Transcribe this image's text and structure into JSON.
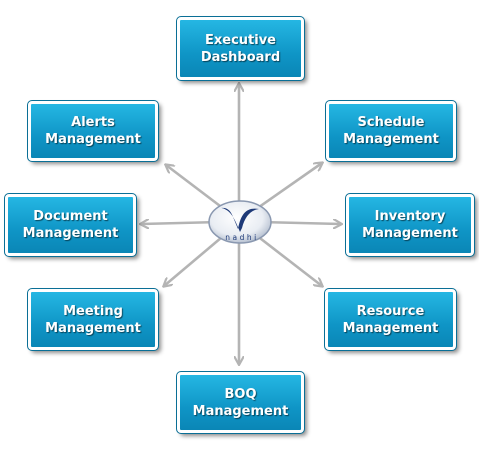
{
  "logo": {
    "text": "nadhi"
  },
  "nodes": {
    "executive": "Executive\nDashboard",
    "alerts": "Alerts\nManagement",
    "schedule": "Schedule\nManagement",
    "document": "Document\nManagement",
    "inventory": "Inventory\nManagement",
    "meeting": "Meeting\nManagement",
    "resource": "Resource\nManagement",
    "boq": "BOQ\nManagement"
  },
  "colors": {
    "node_fill": "#1aa6d6",
    "arrow": "#b4b4b4",
    "logo_navy": "#1e3a78"
  }
}
